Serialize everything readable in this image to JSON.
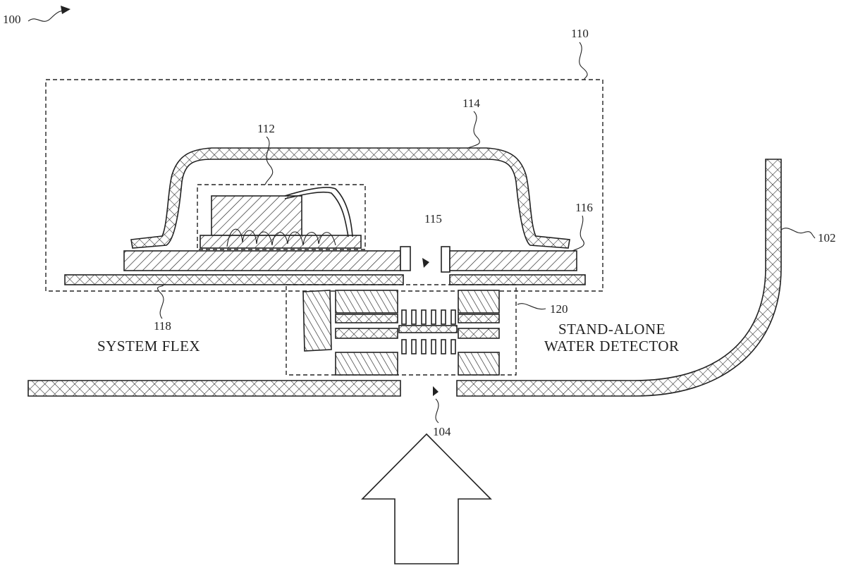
{
  "labels": {
    "figure": "100",
    "enclosure": "102",
    "port": "104",
    "module": "110",
    "die": "112",
    "lid": "114",
    "opening": "115",
    "substrate": "116",
    "flex_ref": "118",
    "detector_ref": "120"
  },
  "captions": {
    "system_flex": "SYSTEM FLEX",
    "detector_line1": "STAND-ALONE",
    "detector_line2": "WATER DETECTOR"
  }
}
